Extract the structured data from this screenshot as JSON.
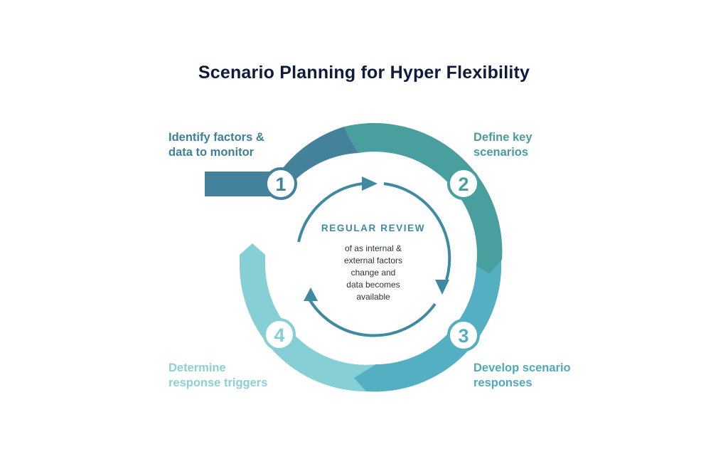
{
  "title": "Scenario Planning for Hyper Flexibility",
  "steps": [
    {
      "number": "1",
      "label": "Identify factors &\ndata to monitor",
      "color": "#44829c"
    },
    {
      "number": "2",
      "label": "Define key\nscenarios",
      "color": "#499e9e"
    },
    {
      "number": "3",
      "label": "Develop scenario\nresponses",
      "color": "#53afc1"
    },
    {
      "number": "4",
      "label": "Determine\nresponse triggers",
      "color": "#86cfd4"
    }
  ],
  "review": {
    "heading": "REGULAR REVIEW",
    "text": "of as internal &\nexternal factors\nchange and\ndata becomes\navailable"
  },
  "colors": {
    "title": "#0f1b3a",
    "inner_cycle": "#3f8aa0"
  }
}
